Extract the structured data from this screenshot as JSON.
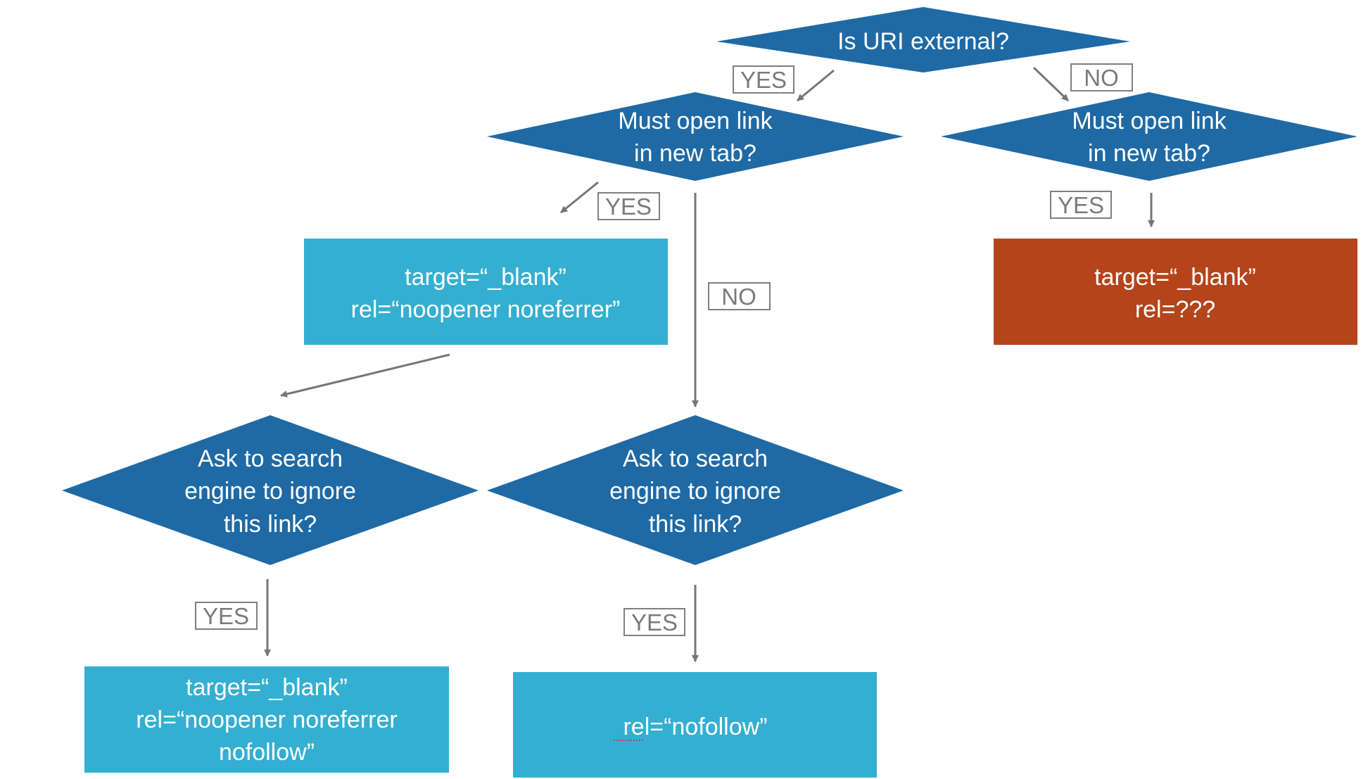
{
  "colors": {
    "decision": "#1f6aa5",
    "outcome": "#35afd1",
    "warning": "#b5441b",
    "arrow": "#767676",
    "label_border": "#7f7f7f",
    "label_text": "#7a7a7a"
  },
  "decisions": {
    "external": "Is URI external?",
    "new_tab_external": [
      "Must open link",
      "in new tab?"
    ],
    "new_tab_internal": [
      "Must open link",
      "in new tab?"
    ],
    "ignore_left": [
      "Ask to search",
      "engine to ignore",
      "this link?"
    ],
    "ignore_middle": [
      "Ask to search",
      "engine to ignore",
      "this link?"
    ]
  },
  "outcomes": {
    "blank_noopener": [
      "target=“_blank”",
      "rel=“noopener noreferrer”"
    ],
    "blank_unknown": [
      "target=“_blank”",
      "rel=???"
    ],
    "blank_noopener_nofollow": [
      "target=“_blank”",
      "rel=“noopener noreferrer",
      "nofollow”"
    ],
    "nofollow": [
      "rel=“nofollow”"
    ]
  },
  "labels": {
    "yes_external": "YES",
    "no_external": "NO",
    "yes_new_tab": "YES",
    "no_new_tab": "NO",
    "yes_internal_new_tab": "YES",
    "yes_ignore_left": "YES",
    "yes_ignore_middle": "YES"
  }
}
